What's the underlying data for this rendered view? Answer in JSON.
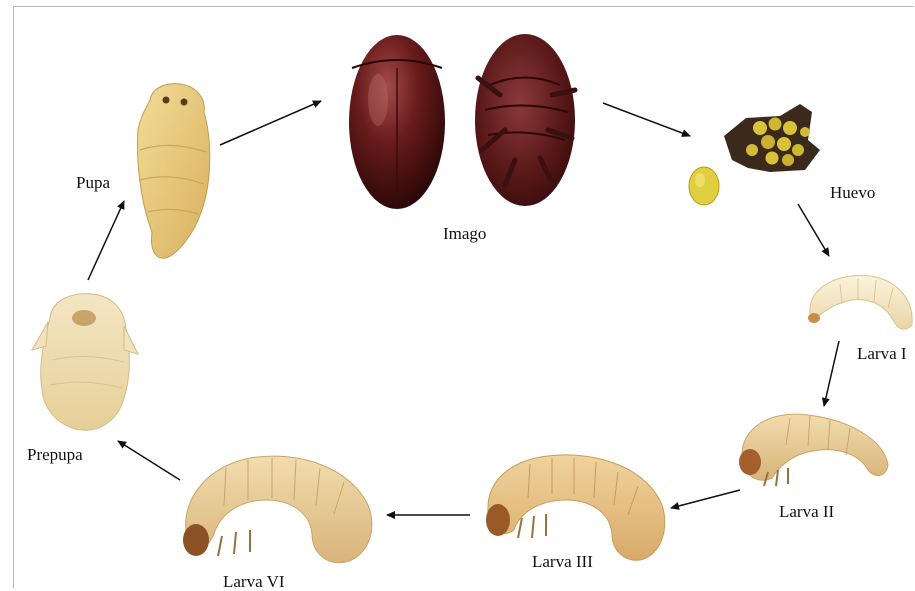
{
  "stages": {
    "imago": "Imago",
    "huevo": "Huevo",
    "larva_1": "Larva I",
    "larva_2": "Larva II",
    "larva_3": "Larva III",
    "larva_6": "Larva VI",
    "prepupa": "Prepupa",
    "pupa": "Pupa"
  },
  "colors": {
    "arrow": "#111111",
    "beetle": "#5e1616",
    "larva": "#e8cc95",
    "egg_mass": "#3b2a1c",
    "egg": "#d9c23a",
    "pupa": "#e6c878"
  }
}
